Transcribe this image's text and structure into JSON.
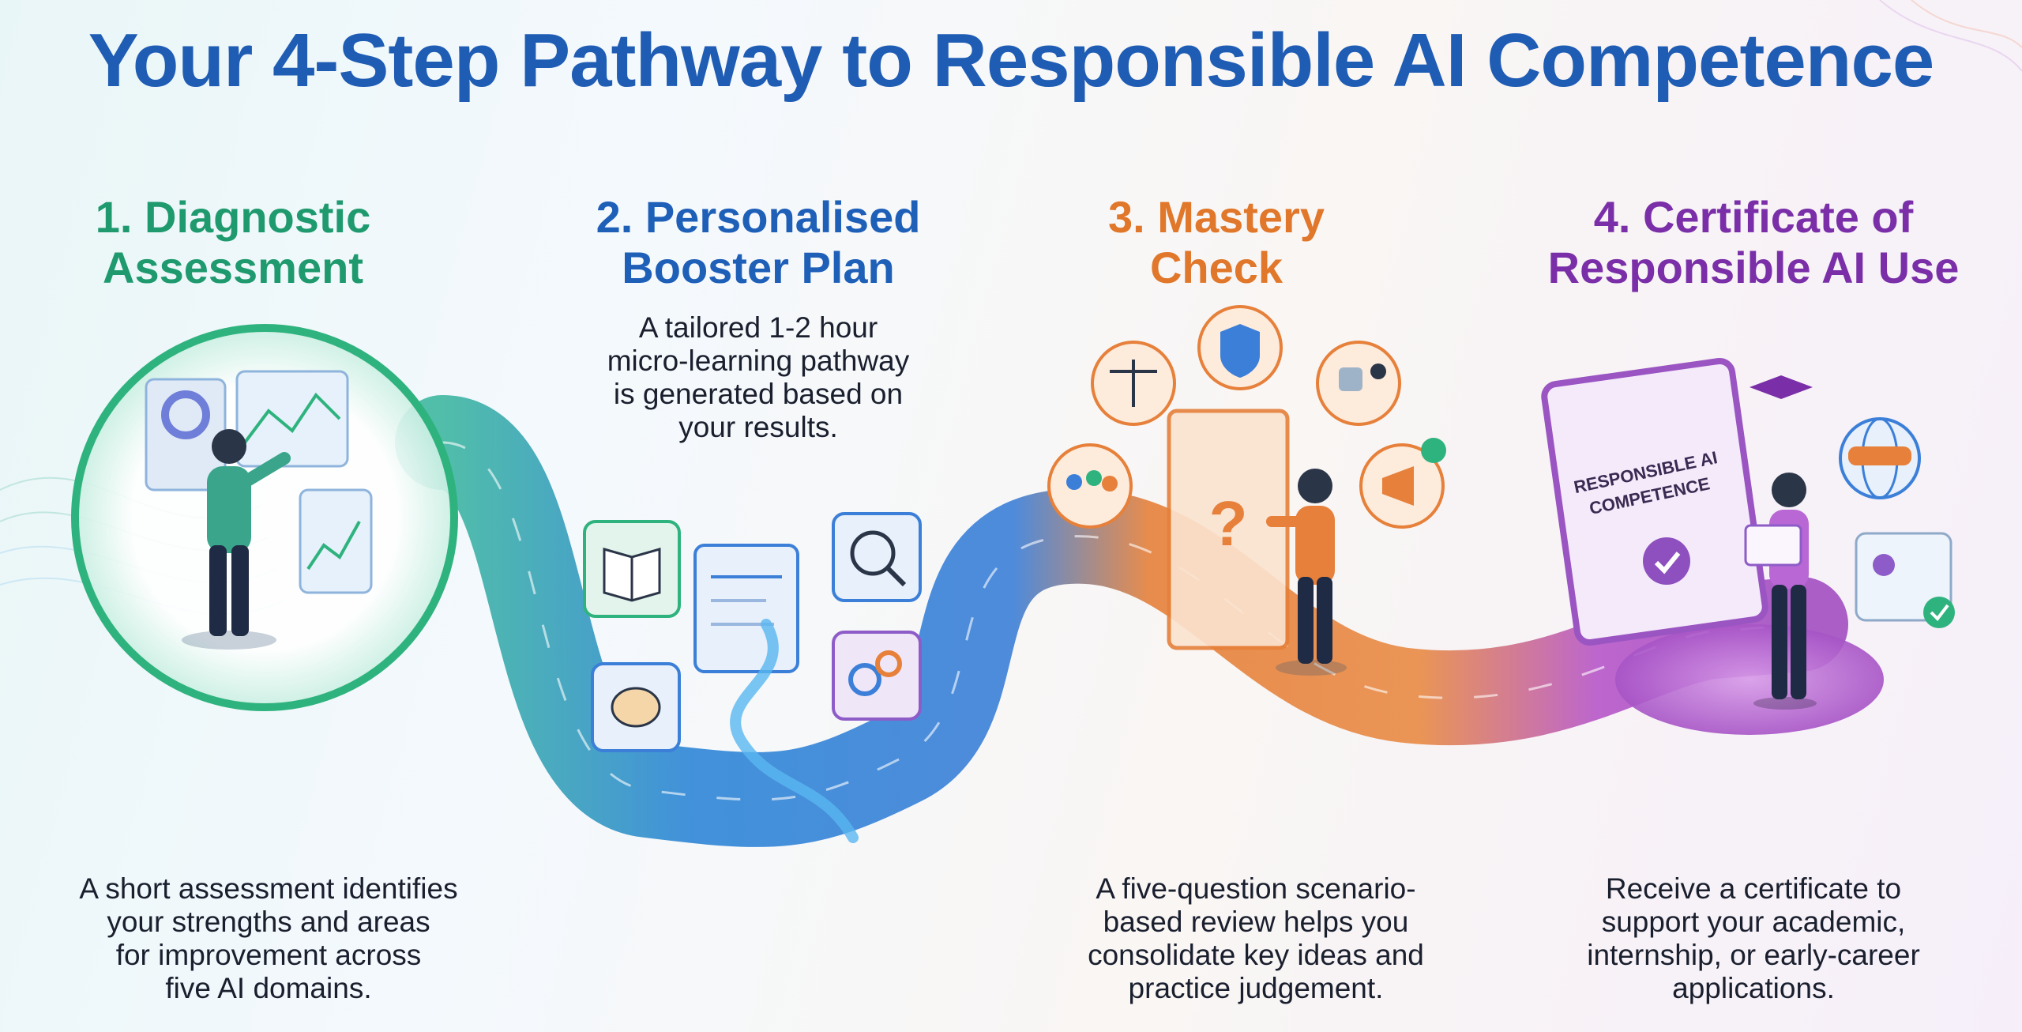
{
  "title": "Your 4-Step Pathway to Responsible AI Competence",
  "steps": [
    {
      "title_lines": [
        "1. Diagnostic",
        "Assessment"
      ],
      "description_lines": [
        "A short assessment identifies",
        "your strengths and areas",
        "for improvement across",
        "five AI domains."
      ],
      "color": "#1f9a6e"
    },
    {
      "title_lines": [
        "2. Personalised",
        "Booster Plan"
      ],
      "description_lines": [
        "A tailored 1-2 hour",
        "micro-learning pathway",
        "is generated based on",
        "your results."
      ],
      "color": "#1e5fb8"
    },
    {
      "title_lines": [
        "3. Mastery",
        "Check"
      ],
      "description_lines": [
        "A five-question scenario-",
        "based review helps you",
        "consolidate key ideas and",
        "practice judgement."
      ],
      "color": "#e0772a"
    },
    {
      "title_lines": [
        "4. Certificate of",
        "Responsible AI Use"
      ],
      "description_lines": [
        "Receive a certificate to",
        "support your academic,",
        "internship, or early-career",
        "applications."
      ],
      "color": "#7a2fa8"
    }
  ],
  "certificate": {
    "lines": [
      "RESPONSIBLE AI",
      "COMPETENCE"
    ]
  },
  "icons": {
    "step1": [
      "analytics-dashboard-icon",
      "person-icon"
    ],
    "step2": [
      "book-icon",
      "code-window-icon",
      "magnifier-code-icon",
      "brain-icon",
      "gears-icon"
    ],
    "step3": [
      "scales-icon",
      "shield-lock-icon",
      "robot-handshake-icon",
      "group-icon",
      "megaphone-icon",
      "question-mark-icon"
    ],
    "step4": [
      "certificate-icon",
      "graduation-cap-icon",
      "globe-handshake-icon",
      "id-card-icon"
    ]
  }
}
